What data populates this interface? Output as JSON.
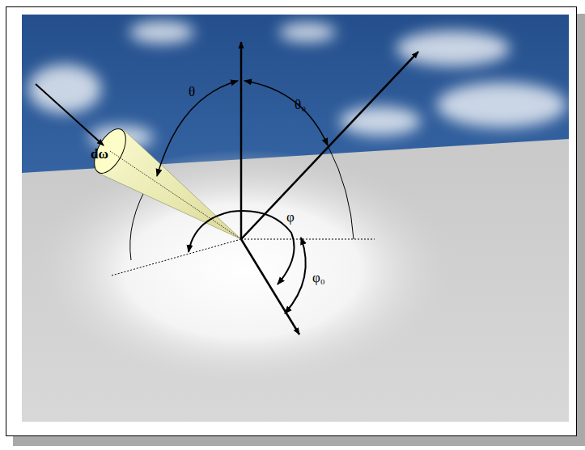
{
  "diagram": {
    "labels": [
      "dω",
      "θ",
      "θ₀",
      "φ",
      "φ₀"
    ]
  }
}
